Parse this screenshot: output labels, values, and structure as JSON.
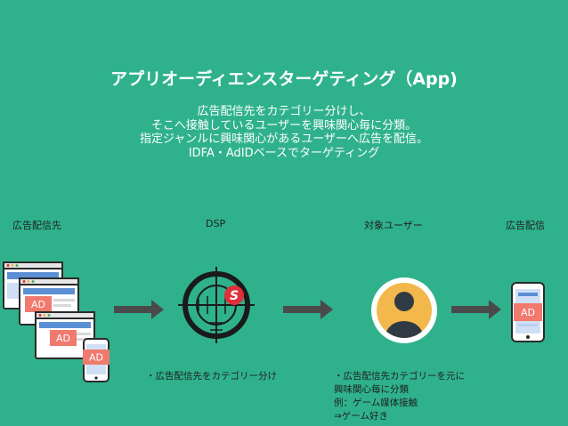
{
  "slide": {
    "title": "アプリオーディエンスターゲティング（App)",
    "description": [
      "広告配信先をカテゴリー分けし、",
      "そこへ接触しているユーザーを興味関心毎に分類。",
      "指定ジャンルに興味関心があるユーザーへ広告を配信。",
      "IDFA・AdIDベースでターゲティング"
    ]
  },
  "diagram": {
    "stages": [
      "広告配信先",
      "DSP",
      "対象ユーザー",
      "広告配信"
    ],
    "ad_badge": "AD",
    "dsp_logo_letter": "S",
    "dsp_note": "・広告配信先をカテゴリー分け",
    "user_note": [
      "・広告配信先カテゴリーを元に",
      "興味関心毎に分類",
      "例：ゲーム媒体接触",
      "⇒ゲーム好き"
    ]
  },
  "colors": {
    "background": "#2fb28c",
    "ad_badge": "#f07a6e",
    "text_dark": "#1f1f1f",
    "arrow": "#4a4a4a",
    "window_blue": "#5b8fd3",
    "avatar_orange": "#f2b84b",
    "logo_red": "#e0303a"
  },
  "icons": [
    "browser-window-icon",
    "smartphone-icon",
    "crosshair-target-icon",
    "user-avatar-icon",
    "arrow-right-icon"
  ]
}
